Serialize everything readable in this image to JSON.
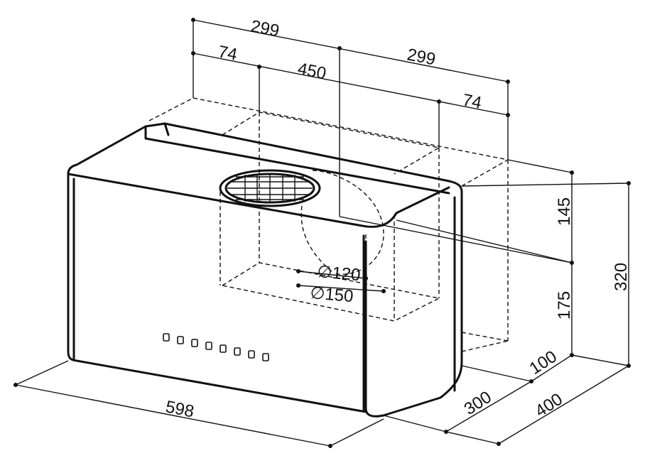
{
  "dimensions": {
    "top_width_a": "299",
    "top_width_b": "299",
    "top_offset_left": "74",
    "top_offset_right": "74",
    "top_depth": "450",
    "height_upper": "145",
    "height_lower": "175",
    "height_total": "320",
    "front_width": "598",
    "depth_front": "100",
    "depth_mid": "300",
    "depth_total": "400",
    "duct_inner": "∅120",
    "duct_outer": "∅150"
  },
  "panel": {
    "button_count": 8
  }
}
